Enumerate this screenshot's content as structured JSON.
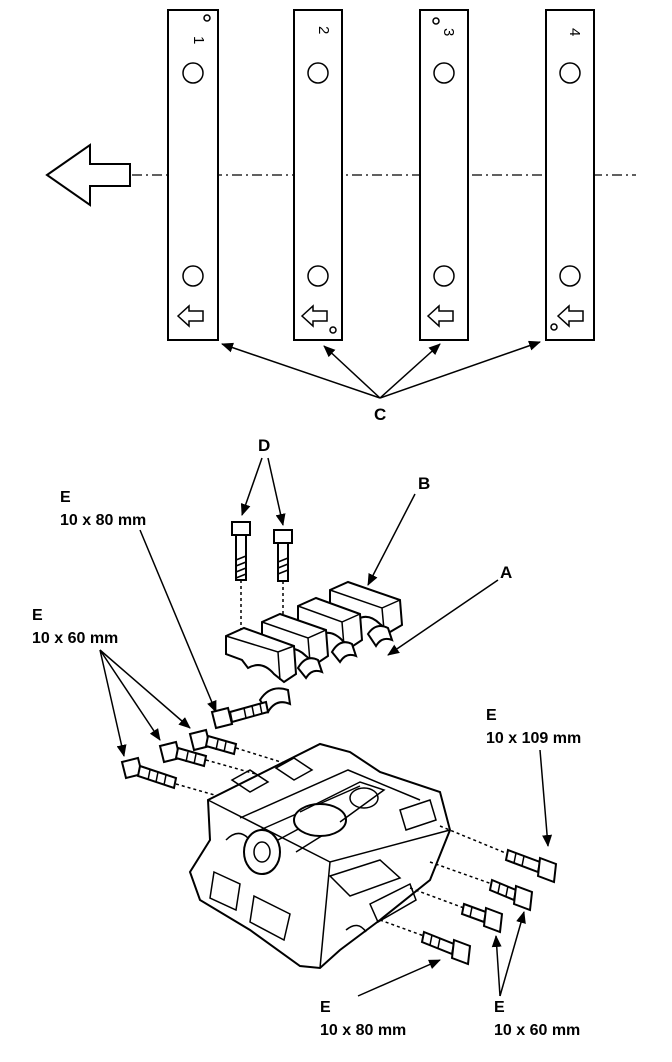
{
  "bearing_caps": [
    {
      "number": "1"
    },
    {
      "number": "2"
    },
    {
      "number": "3"
    },
    {
      "number": "4"
    }
  ],
  "callouts": {
    "a": "A",
    "b": "B",
    "c": "C",
    "d": "D"
  },
  "bolt_labels": {
    "e_80_top": {
      "letter": "E",
      "size": "10 x 80 mm"
    },
    "e_60_left": {
      "letter": "E",
      "size": "10 x 60 mm"
    },
    "e_109_right": {
      "letter": "E",
      "size": "10 x 109 mm"
    },
    "e_80_bottom": {
      "letter": "E",
      "size": "10 x 80 mm"
    },
    "e_60_bottom": {
      "letter": "E",
      "size": "10 x 60 mm"
    }
  }
}
